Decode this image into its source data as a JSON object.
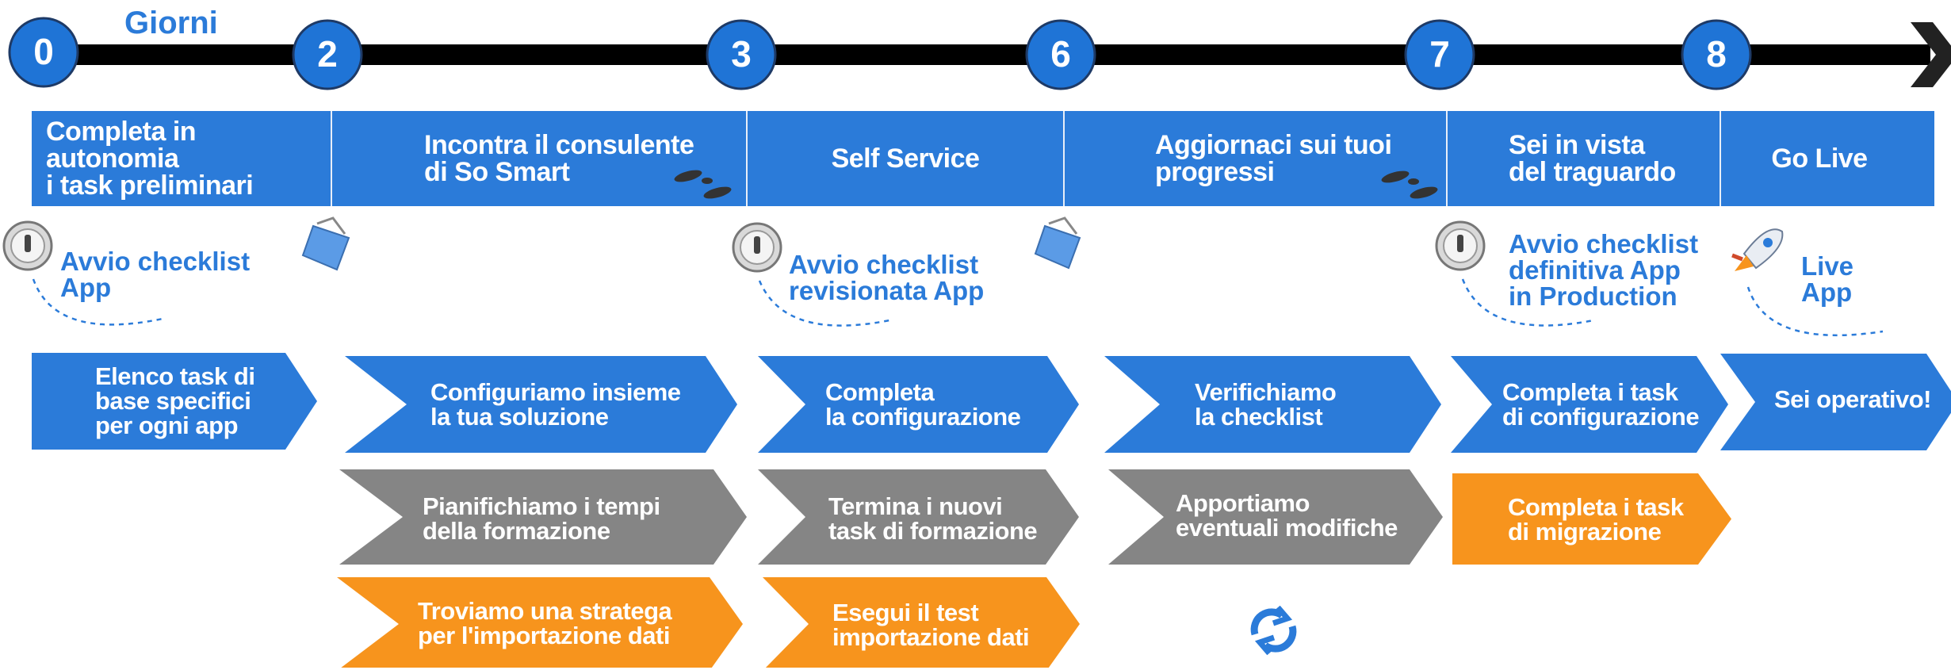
{
  "timeline": {
    "label": "Giorni",
    "days": [
      "0",
      "2",
      "3",
      "6",
      "7",
      "8"
    ]
  },
  "phases": [
    "Completa in autonomia\ni task preliminari",
    "Incontra il consulente\ndi So Smart",
    "Self Service",
    "Aggiornaci sui tuoi\nprogressi",
    "Sei in vista\ndel traguardo",
    "Go Live"
  ],
  "milestones": [
    "Avvio checklist\nApp",
    "Avvio checklist\nrevisionata App",
    "Avvio checklist\ndefinitiva App\nin Production",
    "Live\nApp"
  ],
  "tasks": {
    "blue": [
      "Elenco task di\nbase  specifici\nper ogni  app",
      "Configuriamo insieme\nla tua soluzione",
      "Completa\nla configurazione",
      "Verifichiamo\nla checklist",
      "Completa i task\ndi configurazione",
      "Sei operativo!"
    ],
    "gray": [
      "Pianifichiamo i tempi\ndella formazione",
      "Termina i nuovi\ntask di formazione",
      "Apportiamo\neventuali modifiche"
    ],
    "orange": [
      "Troviamo una stratega\nper l'importazione dati",
      "Esegui il test\nimportazione dati",
      "Completa i task\ndi migrazione"
    ]
  },
  "colors": {
    "blue": "#2b7bd9",
    "gray": "#858585",
    "orange": "#f7941d",
    "track": "#000000",
    "circle_border": "#1e3a66"
  },
  "icons": [
    "stopwatch-icon",
    "handshake-icon",
    "footprints-icon",
    "rocket-icon",
    "refresh-icon"
  ]
}
